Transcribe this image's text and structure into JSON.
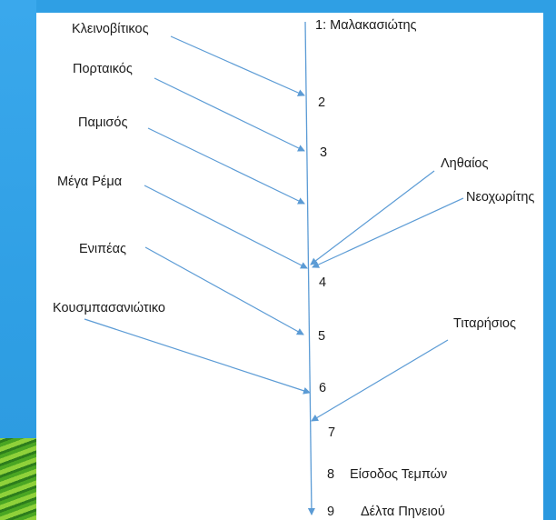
{
  "main_river": {
    "source_label": "1: Μαλακασιώτης"
  },
  "tributaries": [
    {
      "id": "kleinovitikos",
      "name": "Κλεινοβίτικος",
      "side": "left"
    },
    {
      "id": "portaikos",
      "name": "Πορταικός",
      "side": "left"
    },
    {
      "id": "pamisos",
      "name": "Παμισός",
      "side": "left"
    },
    {
      "id": "mega-rema",
      "name": "Μέγα Ρέμα",
      "side": "left"
    },
    {
      "id": "lithaios",
      "name": "Ληθαίος",
      "side": "right"
    },
    {
      "id": "neochoritis",
      "name": "Νεοχωρίτης",
      "side": "right"
    },
    {
      "id": "enipeas",
      "name": "Ενιπέας",
      "side": "left"
    },
    {
      "id": "kousmpasaniotiko",
      "name": "Κουσμπασανιώτικο",
      "side": "left"
    },
    {
      "id": "titarisios",
      "name": "Τιταρήσιος",
      "side": "right"
    }
  ],
  "nodes": [
    {
      "number": "2",
      "text": ""
    },
    {
      "number": "3",
      "text": ""
    },
    {
      "number": "4",
      "text": ""
    },
    {
      "number": "5",
      "text": ""
    },
    {
      "number": "6",
      "text": ""
    },
    {
      "number": "7",
      "text": ""
    },
    {
      "number": "8",
      "text": "Είσοδος Τεμπών"
    },
    {
      "number": "9",
      "text": "Δέλτα Πηνειού"
    }
  ],
  "colors": {
    "line": "#5b9bd5",
    "text": "#1a1a1a",
    "frame": "#2f9fe4"
  }
}
